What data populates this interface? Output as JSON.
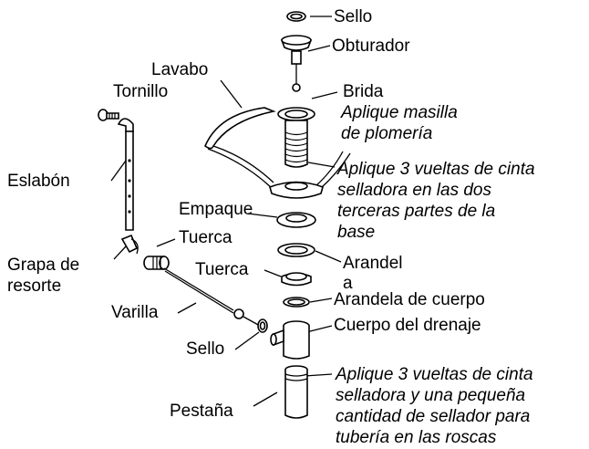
{
  "labels": {
    "sello_top": "Sello",
    "obturador": "Obturador",
    "lavabo": "Lavabo",
    "tornillo": "Tornillo",
    "brida": "Brida",
    "brida_note_1": "Aplique masilla",
    "brida_note_2": "de plomería",
    "eslabon": "Eslabón",
    "cinta_note_1": "Aplique 3 vueltas de cinta",
    "cinta_note_2": "selladora en las dos",
    "cinta_note_3": "terceras partes de la",
    "cinta_note_4": "base",
    "empaque": "Empaque",
    "tuerca_1": "Tuerca",
    "arandela_1": "Arandel",
    "arandela_2": "a",
    "grapa_1": "Grapa de",
    "grapa_2": "resorte",
    "tuerca_2": "Tuerca",
    "arandela_cuerpo": "Arandela de cuerpo",
    "varilla": "Varilla",
    "cuerpo_drenaje": "Cuerpo del drenaje",
    "sello_bottom": "Sello",
    "pestana": "Pestaña",
    "pestana_note_1": "Aplique 3 vueltas de cinta",
    "pestana_note_2": "selladora y una pequeña",
    "pestana_note_3": "cantidad de sellador para",
    "pestana_note_4": "tubería en las roscas"
  }
}
